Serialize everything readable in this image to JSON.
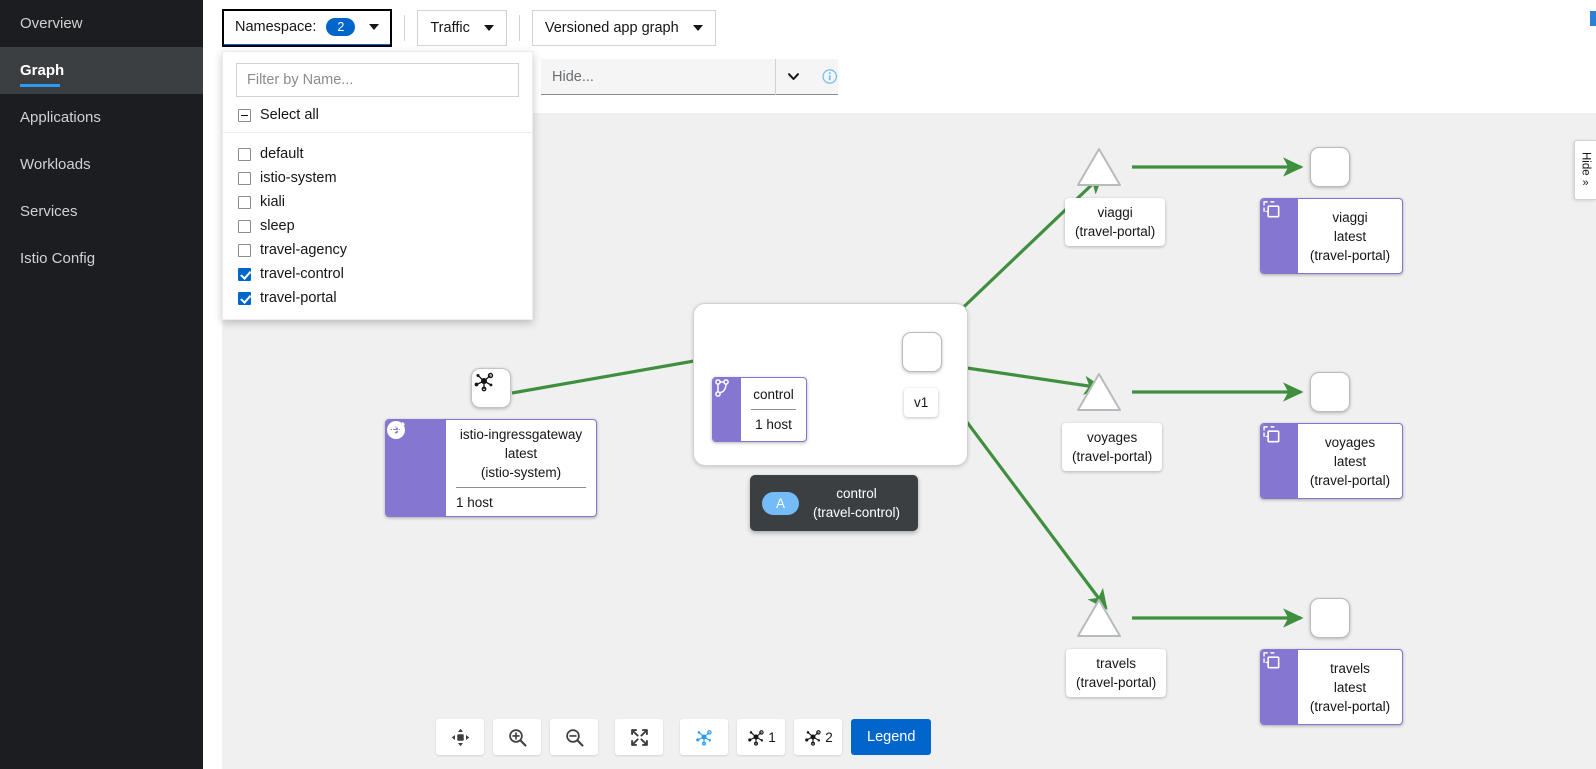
{
  "sidebar": {
    "items": [
      {
        "label": "Overview",
        "name": "sidebar-item-overview",
        "active": false
      },
      {
        "label": "Graph",
        "name": "sidebar-item-graph",
        "active": true
      },
      {
        "label": "Applications",
        "name": "sidebar-item-applications",
        "active": false
      },
      {
        "label": "Workloads",
        "name": "sidebar-item-workloads",
        "active": false
      },
      {
        "label": "Services",
        "name": "sidebar-item-services",
        "active": false
      },
      {
        "label": "Istio Config",
        "name": "sidebar-item-istio-config",
        "active": false
      }
    ]
  },
  "toolbar": {
    "namespace_label": "Namespace:",
    "namespace_count": "2",
    "traffic_label": "Traffic",
    "graph_type_label": "Versioned app graph",
    "hide_placeholder": "Hide...",
    "info_icon": "info-circle-icon"
  },
  "namespace_dropdown": {
    "filter_placeholder": "Filter by Name...",
    "select_all_label": "Select all",
    "select_all_state": "indeterminate",
    "options": [
      {
        "label": "default",
        "checked": false
      },
      {
        "label": "istio-system",
        "checked": false
      },
      {
        "label": "kiali",
        "checked": false
      },
      {
        "label": "sleep",
        "checked": false
      },
      {
        "label": "travel-agency",
        "checked": false
      },
      {
        "label": "travel-control",
        "checked": true
      },
      {
        "label": "travel-portal",
        "checked": true
      }
    ]
  },
  "graph": {
    "background_color": "#f0f0f0",
    "edge_color": "#3f8f3f",
    "accent_purple": "#8476d1",
    "accent_blue": "#06c",
    "labels": {
      "unknown_node": "unknown-node",
      "ingressgateway_line1": "istio-ingressgateway",
      "ingressgateway_line2": "latest",
      "ingressgateway_line3": "(istio-system)",
      "ingressgateway_foot": "1 host",
      "control_title": "control",
      "control_foot": "1 host",
      "version_v1": "v1",
      "viaggi_svc_line1": "viaggi",
      "viaggi_svc_line2": "(travel-portal)",
      "viaggi_wl_line1": "viaggi",
      "viaggi_wl_line2": "latest",
      "viaggi_wl_line3": "(travel-portal)",
      "voyages_svc_line1": "voyages",
      "voyages_svc_line2": "(travel-portal)",
      "voyages_wl_line1": "voyages",
      "voyages_wl_line2": "latest",
      "voyages_wl_line3": "(travel-portal)",
      "travels_svc_line1": "travels",
      "travels_svc_line2": "(travel-portal)",
      "travels_wl_line1": "travels",
      "travels_wl_line2": "latest",
      "travels_wl_line3": "(travel-portal)"
    },
    "tooltip": {
      "pill": "A",
      "line1": "control",
      "line2": "(travel-control)"
    }
  },
  "graph_tools": {
    "reset_label": "",
    "zoom_in_label": "",
    "zoom_out_label": "",
    "fit_label": "",
    "layout_default_label": "",
    "layout_1_label": "1",
    "layout_2_label": "2",
    "legend_label": "Legend"
  },
  "side_panel": {
    "hide_label": "Hide",
    "chevron": "»"
  }
}
